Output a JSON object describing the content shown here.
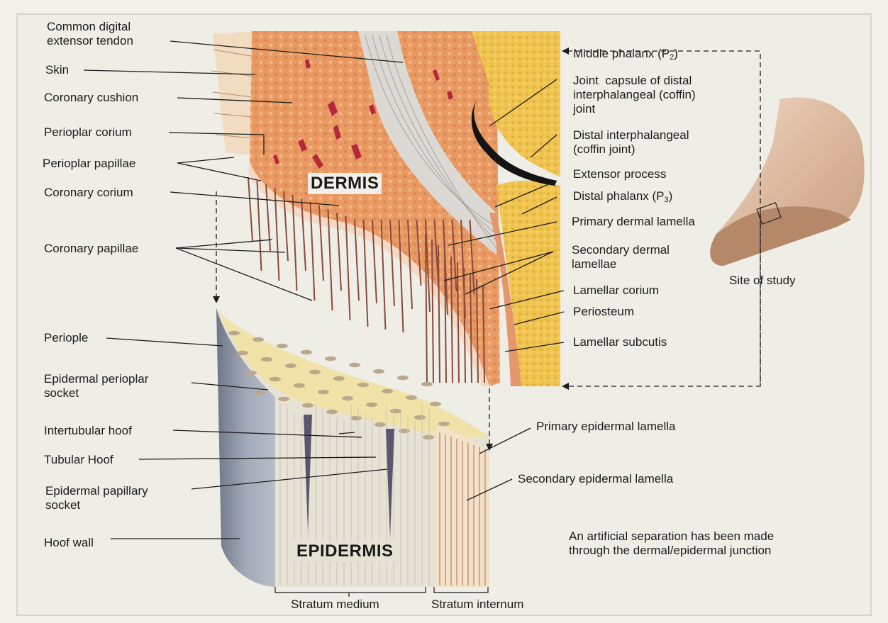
{
  "colors": {
    "background": "#f1f0ea",
    "dermis_fill": "#e99a63",
    "bone_fill": "#f0c450",
    "tendon_fill": "#dcd8d4",
    "hoof_wall_fill": "#8e95a5",
    "epidermis_fill": "#e6e2d6",
    "lamellae_stroke": "#8a4a3c",
    "leader_line": "#1c1c1c"
  },
  "big_labels": {
    "dermis": "DERMIS",
    "epidermis": "EPIDERMIS"
  },
  "labels": {
    "common_digital_extensor": "Common digital\nextensor tendon",
    "skin": "Skin",
    "coronary_cushion": "Coronary cushion",
    "perioplar_corium": "Perioplar corium",
    "perioplar_papillae": "Perioplar papillae",
    "coronary_corium": "Coronary corium",
    "coronary_papillae": "Coronary papillae",
    "periople": "Periople",
    "epidermal_perioplar_socket": "Epidermal perioplar\nsocket",
    "intertubular_hoof": "Intertubular hoof",
    "tubular_hoof": "Tubular Hoof",
    "epidermal_papillary_socket": "Epidermal papillary\nsocket",
    "hoof_wall": "Hoof wall",
    "middle_phalanx": "Middle phalanx (P",
    "middle_phalanx_sub": "2",
    "middle_phalanx_close": ")",
    "joint_capsule": "Joint  capsule of distal\ninterphalangeal (coffin)\njoint",
    "distal_interphalangeal": "Distal interphalangeal\n(coffin joint)",
    "extensor_process": "Extensor process",
    "distal_phalanx": "Distal phalanx (P",
    "distal_phalanx_sub": "3",
    "distal_phalanx_close": ")",
    "primary_dermal_lamella": "Primary dermal lamella",
    "secondary_dermal_lamellae": "Secondary dermal\nlamellae",
    "lamellar_corium": "Lamellar corium",
    "periosteum": "Periosteum",
    "lamellar_subcutis": "Lamellar subcutis",
    "site_of_study": "Site of study",
    "primary_epidermal_lamella": "Primary epidermal lamella",
    "secondary_epidermal_lamella": "Secondary epidermal lamella",
    "artificial_separation_note": "An artificial separation has been made\nthrough the dermal/epidermal junction",
    "stratum_medium": "Stratum medium",
    "stratum_internum": "Stratum internum"
  }
}
